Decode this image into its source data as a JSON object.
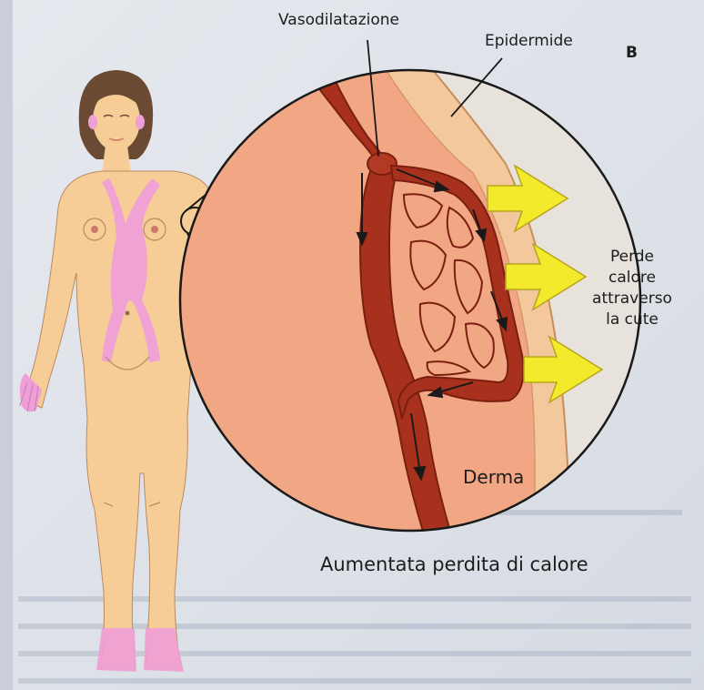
{
  "figure_letter": "B",
  "labels": {
    "vasodilatazione": "Vasodilatazione",
    "epidermide": "Epidermide",
    "derma": "Derma",
    "heat_loss_lines": [
      "Perde",
      "calore",
      "attraverso",
      "la cute"
    ],
    "caption": "Aumentata perdita di calore"
  },
  "colors": {
    "page": "#dfe3ea",
    "skin": "#f7cd97",
    "vessels_pink": "#ee9fd6",
    "dermis": "#f2a784",
    "epidermis": "#f3c89c",
    "vessel_red": "#a8311d",
    "vessel_dark": "#7a1f10",
    "heat_arrow": "#f2ea2a",
    "hair": "#6b4a34"
  },
  "icons": {
    "heat_arrows": "heat-arrow-icon",
    "flow_arrows": "flow-arrow-icon"
  }
}
